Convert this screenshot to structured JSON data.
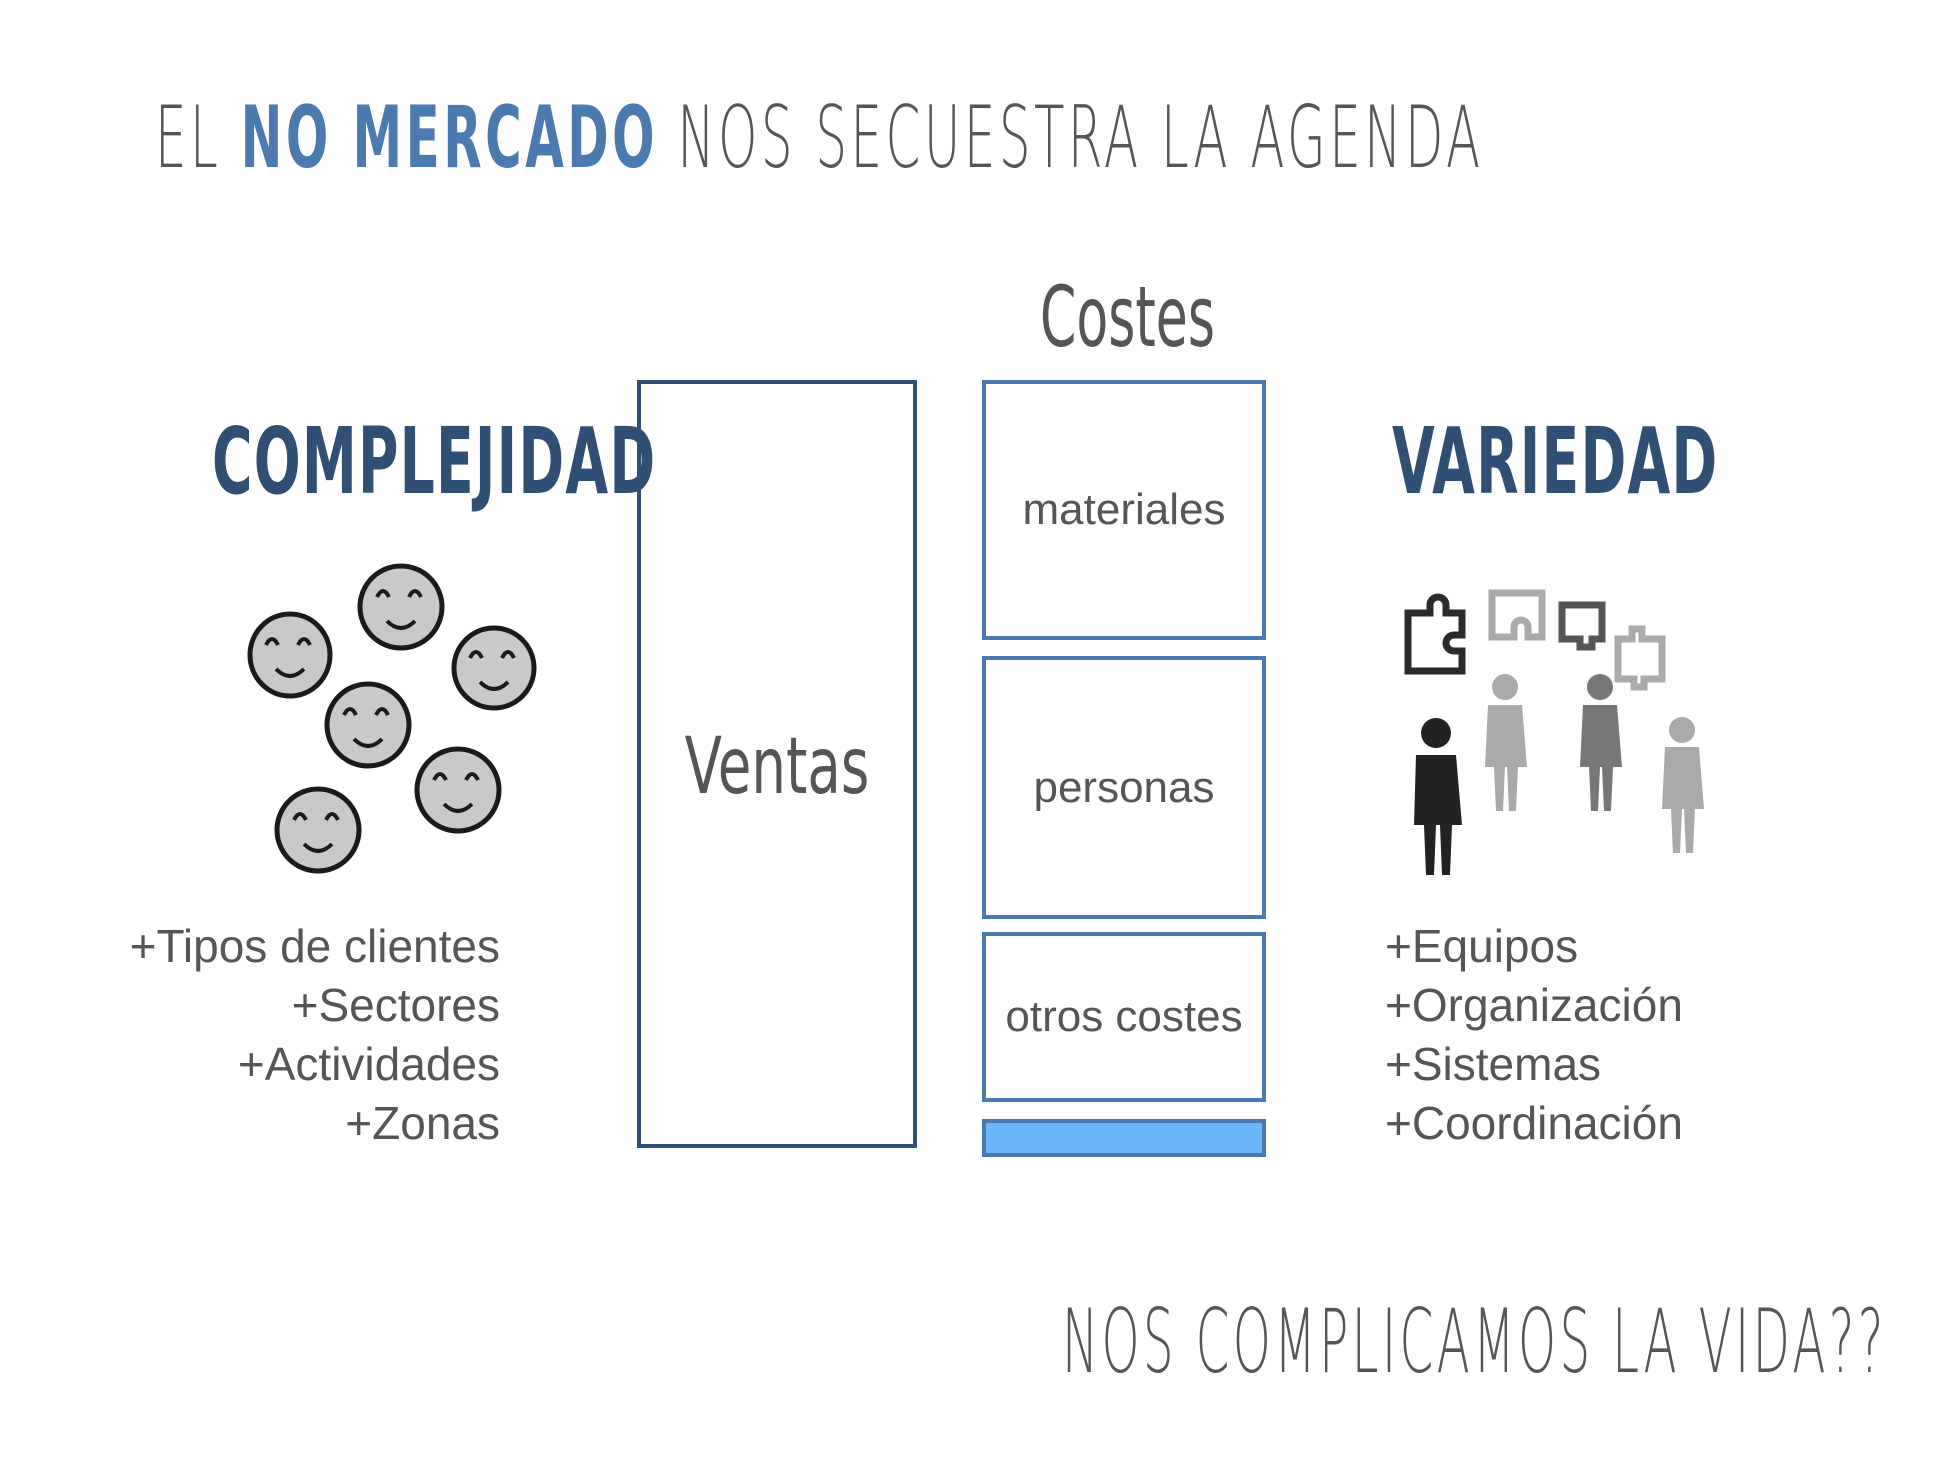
{
  "title": {
    "part1": "EL ",
    "highlight": "NO MERCADO",
    "part2": " NOS SECUESTRA LA AGENDA"
  },
  "left": {
    "heading": "COMPLEJIDAD",
    "items": [
      "+Tipos de clientes",
      "+Sectores",
      "+Actividades",
      "+Zonas"
    ]
  },
  "center": {
    "ventas_label": "Ventas",
    "costes_label": "Costes",
    "cost_boxes": [
      "materiales",
      "personas",
      "otros costes"
    ]
  },
  "right": {
    "heading": "VARIEDAD",
    "items": [
      "+Equipos",
      "+Organización",
      "+Sistemas",
      "+Coordinación"
    ]
  },
  "footer": "NOS COMPLICAMOS LA VIDA??",
  "colors": {
    "heading": "#2f4f74",
    "highlight": "#4a7ab0",
    "box_border": "#4a7ab0",
    "margin_bar": "#6bb6fb",
    "text": "#555555"
  },
  "icons": {
    "left": "smiley-faces-icon",
    "right": "people-puzzle-icon"
  }
}
